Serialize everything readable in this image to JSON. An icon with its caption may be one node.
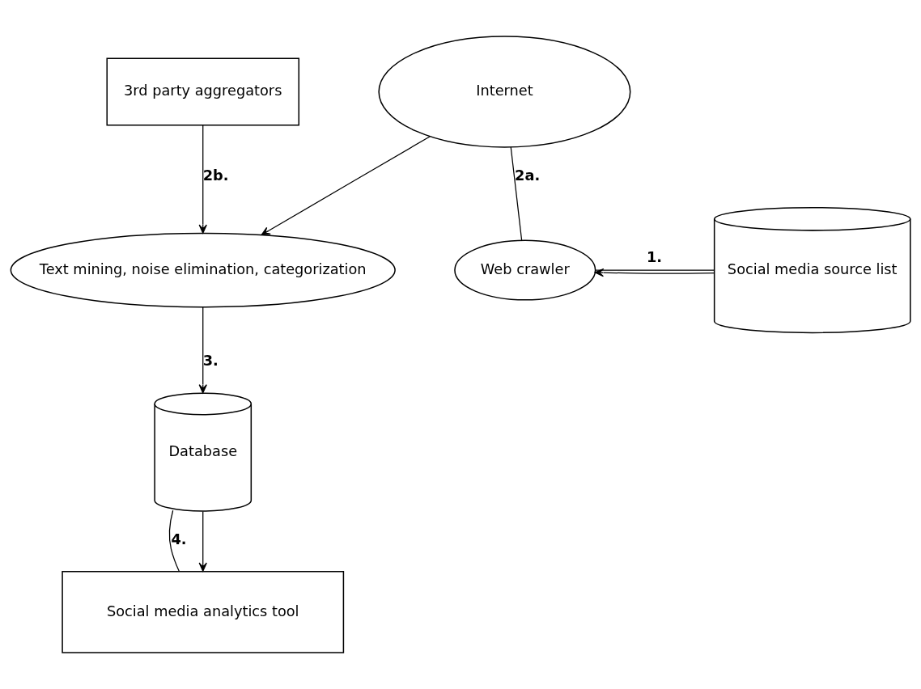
{
  "diagram": {
    "nodes": [
      {
        "text": [
          "3rd party aggregators"
        ]
      },
      {
        "text": [
          "Internet"
        ]
      },
      {
        "text": [
          "Text mining, noise elimination, categorization"
        ]
      },
      {
        "text": [
          "Social media source list"
        ]
      },
      {
        "text": [
          "Web crawler"
        ]
      },
      {
        "text": [
          "Database"
        ]
      },
      {
        "text": [
          "Social media analytics tool"
        ]
      }
    ],
    "edges": [
      {
        "from": 3,
        "to": 4,
        "arrow": "to"
      },
      {
        "from": 4,
        "to": 3,
        "arrow": "none",
        "label": "1."
      },
      {
        "from": 1,
        "to": 4,
        "arrow": "none",
        "label": "2a."
      },
      {
        "from": 1,
        "to": 2,
        "arrow": "to"
      },
      {
        "from": 0,
        "to": 2,
        "arrow": "to",
        "label": "2b."
      },
      {
        "from": 2,
        "to": 5,
        "arrow": "to",
        "label": "3."
      },
      {
        "from": 5,
        "to": 6,
        "arrow": "none",
        "label": "4."
      },
      {
        "from": 5,
        "to": 6,
        "arrow": "to"
      }
    ]
  }
}
